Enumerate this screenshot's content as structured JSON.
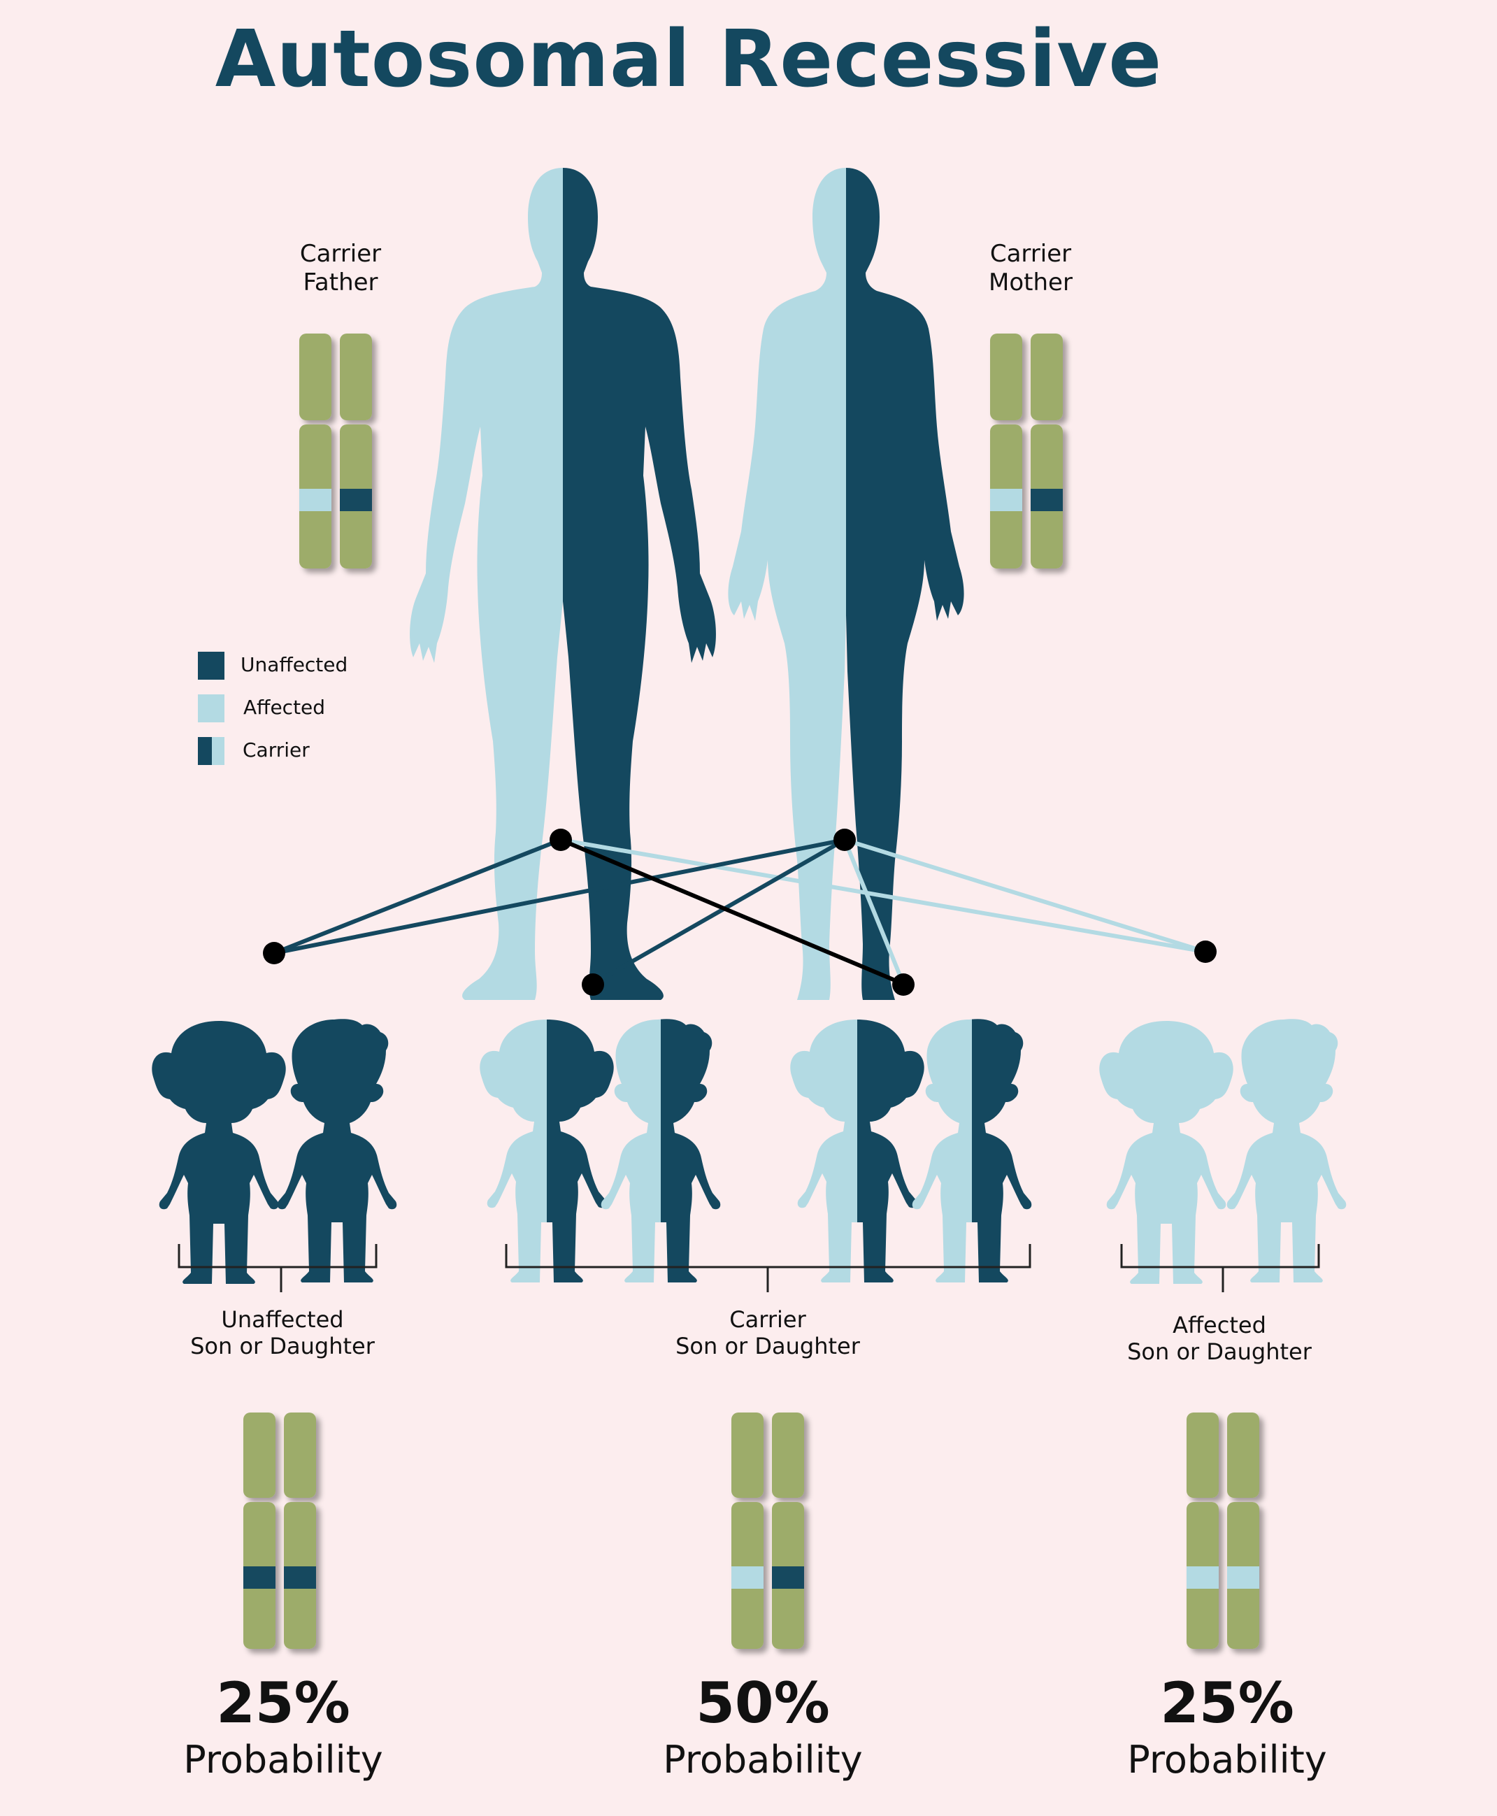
{
  "title": "Autosomal Recessive",
  "parents": {
    "father": {
      "line1": "Carrier",
      "line2": "Father"
    },
    "mother": {
      "line1": "Carrier",
      "line2": "Mother"
    }
  },
  "legend": {
    "unaffected": "Unaffected",
    "affected": "Affected",
    "carrier": "Carrier"
  },
  "outcomes": [
    {
      "line1": "Unaffected",
      "line2": "Son or Daughter",
      "percent": "25%",
      "probability_label": "Probability"
    },
    {
      "line1": "Carrier",
      "line2": "Son or Daughter",
      "percent": "50%",
      "probability_label": "Probability"
    },
    {
      "line1": "Affected",
      "line2": "Son or Daughter",
      "percent": "25%",
      "probability_label": "Probability"
    }
  ],
  "colors": {
    "background": "#fcedee",
    "dark_teal": "#14485f",
    "light_blue": "#b3dae3",
    "chromosome_green": "#9dac6a",
    "black": "#000000"
  }
}
